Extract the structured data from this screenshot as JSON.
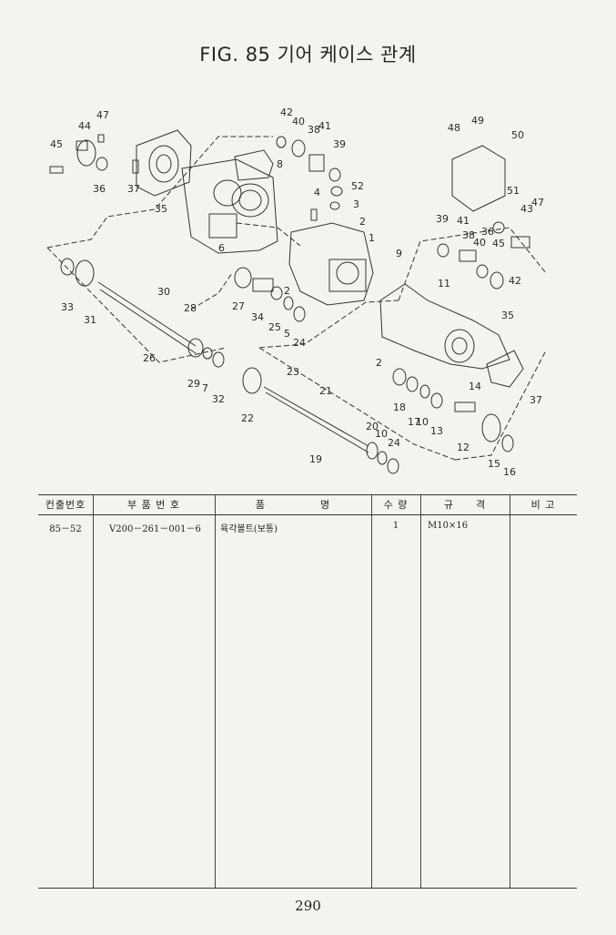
{
  "title": "FIG. 85 기어 케이스 관계",
  "diagram": {
    "callouts": [
      "1",
      "2",
      "2",
      "2",
      "3",
      "4",
      "5",
      "6",
      "7",
      "8",
      "9",
      "10",
      "10",
      "11",
      "12",
      "13",
      "14",
      "15",
      "16",
      "17",
      "18",
      "19",
      "20",
      "21",
      "22",
      "23",
      "24",
      "24",
      "25",
      "26",
      "27",
      "28",
      "29",
      "30",
      "31",
      "32",
      "33",
      "34",
      "35",
      "35",
      "36",
      "36",
      "37",
      "37",
      "38",
      "38",
      "39",
      "39",
      "40",
      "40",
      "41",
      "41",
      "42",
      "42",
      "43",
      "44",
      "45",
      "45",
      "47",
      "47",
      "48",
      "49",
      "50",
      "51",
      "52"
    ]
  },
  "table": {
    "headers": [
      "컨출번호",
      "부 품 번 호",
      "품　　　　　명",
      "수 량",
      "규　　격",
      "비 고"
    ],
    "rows": [
      [
        "85－52",
        "V200－261－001－6",
        "육각볼트(보통)",
        "1",
        "M10×16",
        ""
      ]
    ]
  },
  "page_number": "290"
}
